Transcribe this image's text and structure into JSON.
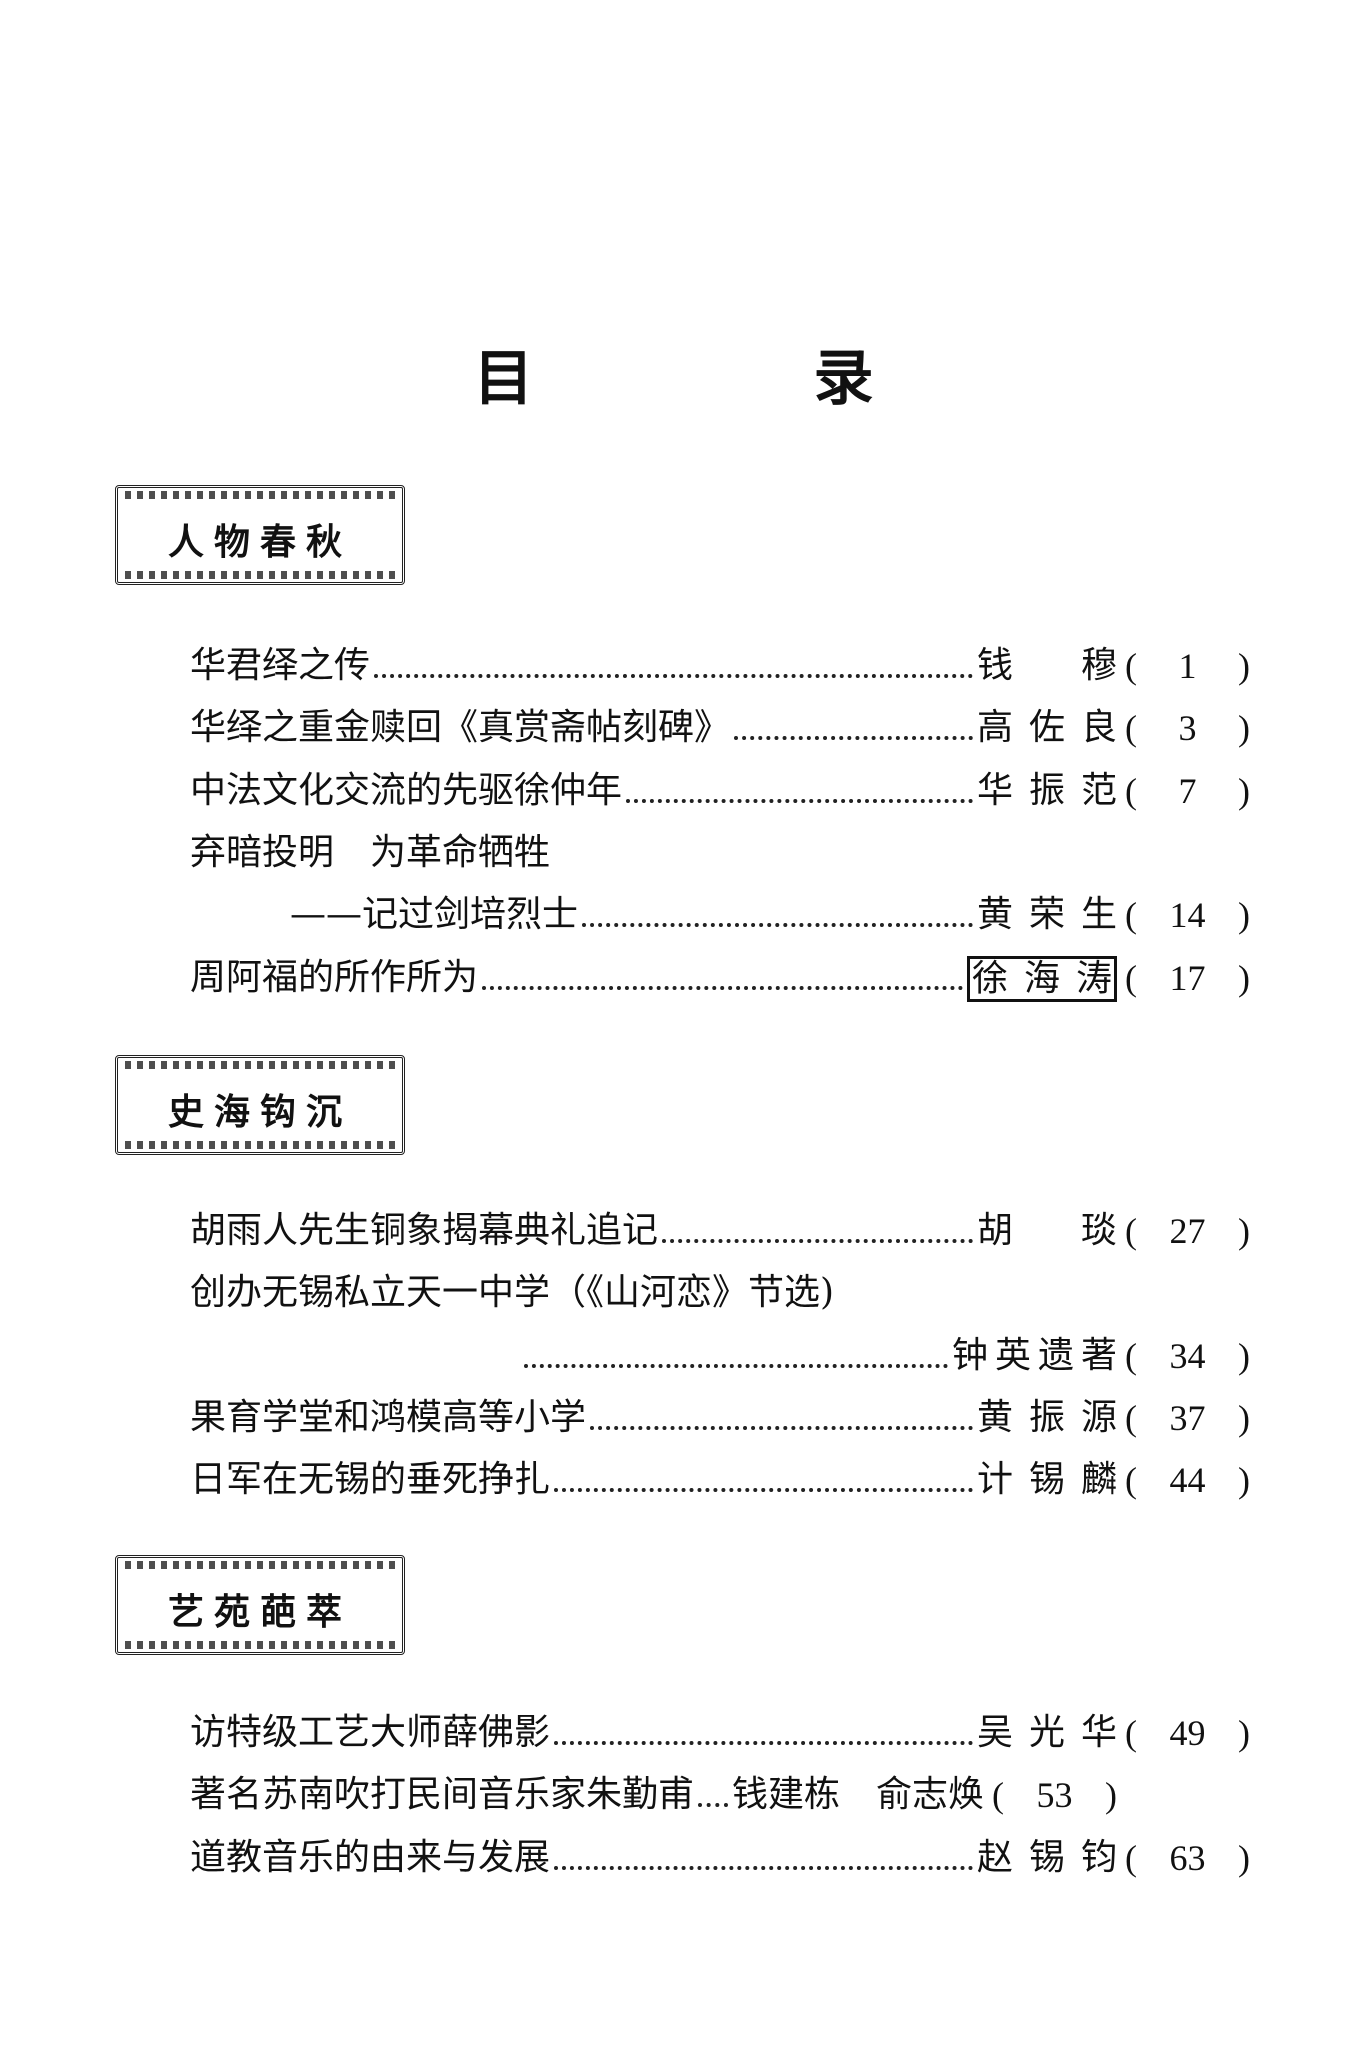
{
  "title": [
    "目",
    "录"
  ],
  "sections": [
    {
      "label": "人物春秋",
      "entries": [
        {
          "title": "华君绎之传",
          "author": "钱　穆",
          "page": "1"
        },
        {
          "title": "华绎之重金赎回《真赏斋帖刻碑》",
          "author": "高佐良",
          "page": "3"
        },
        {
          "title": "中法文化交流的先驱徐仲年",
          "author": "华振范",
          "page": "7"
        },
        {
          "title": "弃暗投明　为革命牺牲",
          "subtitle": "——记过剑培烈士",
          "author": "黄荣生",
          "page": "14"
        },
        {
          "title": "周阿福的所作所为",
          "author": "徐海涛",
          "page": "17"
        }
      ]
    },
    {
      "label": "史海钩沉",
      "entries": [
        {
          "title": "胡雨人先生铜象揭幕典礼追记",
          "author": "胡　琰",
          "page": "27"
        },
        {
          "title": "创办无锡私立天一中学（《山河恋》节选)",
          "author": "钟英遗著",
          "page": "34"
        },
        {
          "title": "果育学堂和鸿模高等小学",
          "author": "黄振源",
          "page": "37"
        },
        {
          "title": "日军在无锡的垂死挣扎",
          "author": "计锡麟",
          "page": "44"
        }
      ]
    },
    {
      "label": "艺苑葩萃",
      "entries": [
        {
          "title": "访特级工艺大师薛佛影",
          "author": "吴光华",
          "page": "49"
        },
        {
          "title": "著名苏南吹打民间音乐家朱勤甫",
          "author": "钱建栋　俞志焕",
          "page": "53"
        },
        {
          "title": "道教音乐的由来与发展",
          "author": "赵锡钧",
          "page": "63"
        }
      ]
    }
  ],
  "paren_open": "(",
  "paren_close": ")"
}
